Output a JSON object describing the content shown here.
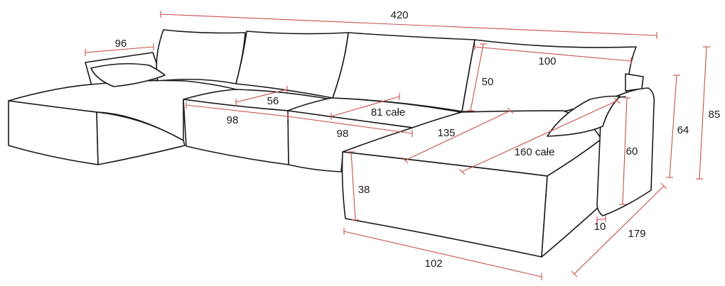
{
  "diagram": {
    "stroke_color": "#1a1a1a",
    "dimension_color": "#c8504a",
    "background": "#ffffff",
    "labels": {
      "total_width": "420",
      "chaise_left_width": "96",
      "backrest_width": "100",
      "backrest_height": "50",
      "seat_depth_left": "56",
      "seat_depth_full": "81 całe",
      "module_width_1": "98",
      "module_width_2": "98",
      "chaise_seat_depth": "135",
      "chaise_full_depth": "160 całe",
      "armrest_height": "60",
      "back_height": "64",
      "total_height": "85",
      "seat_height": "38",
      "chaise_front_width": "102",
      "armrest_width": "10",
      "chaise_length": "179"
    }
  }
}
